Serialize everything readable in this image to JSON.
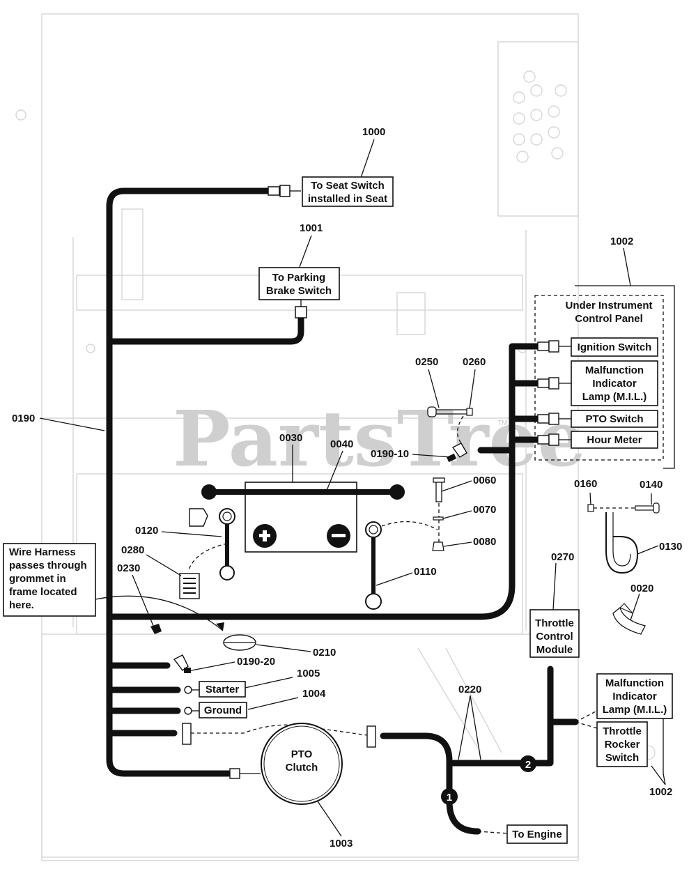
{
  "watermark": "PartsTree",
  "watermark_tm": "TM",
  "callouts": {
    "c1000": "1000",
    "c1001": "1001",
    "c1002a": "1002",
    "c1002b": "1002",
    "c1003": "1003",
    "c1004": "1004",
    "c1005": "1005",
    "c0190": "0190",
    "c0190_10": "0190-10",
    "c0190_20": "0190-20",
    "c0250": "0250",
    "c0260": "0260",
    "c0030": "0030",
    "c0040": "0040",
    "c0060": "0060",
    "c0070": "0070",
    "c0080": "0080",
    "c0120": "0120",
    "c0280": "0280",
    "c0230": "0230",
    "c0110": "0110",
    "c0210": "0210",
    "c0220": "0220",
    "c0270": "0270",
    "c0160": "0160",
    "c0140": "0140",
    "c0130": "0130",
    "c0020": "0020"
  },
  "labels": {
    "seat_switch": [
      "To Seat Switch",
      "installed in Seat"
    ],
    "parking_brake": [
      "To Parking",
      "Brake Switch"
    ],
    "panel_title": [
      "Under Instrument",
      "Control Panel"
    ],
    "ignition": "Ignition Switch",
    "mil_panel": [
      "Malfunction",
      "Indicator",
      "Lamp (M.I.L.)"
    ],
    "pto_switch": "PTO Switch",
    "hour_meter": "Hour Meter",
    "harness_note": [
      "Wire Harness",
      "passes through",
      "grommet in",
      "frame located",
      "here."
    ],
    "starter": "Starter",
    "ground": "Ground",
    "pto_clutch": [
      "PTO",
      "Clutch"
    ],
    "throttle_module": [
      "Throttle",
      "Control",
      "Module"
    ],
    "mil_lower": [
      "Malfunction",
      "Indicator",
      "Lamp (M.I.L.)"
    ],
    "rocker": [
      "Throttle",
      "Rocker",
      "Switch"
    ],
    "to_engine": "To Engine",
    "marker1": "1",
    "marker2": "2"
  }
}
